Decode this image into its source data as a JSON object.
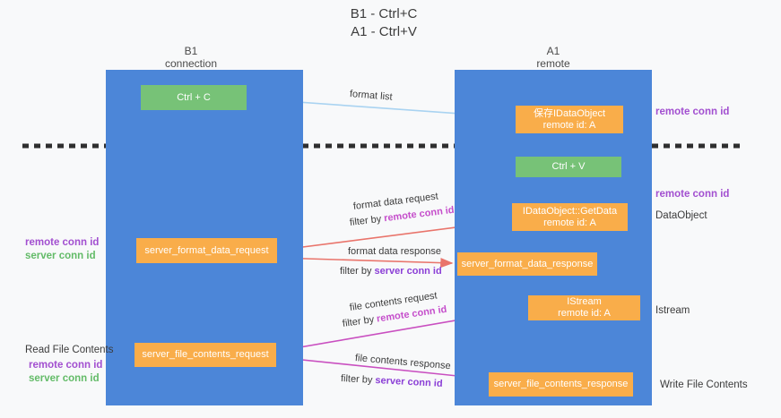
{
  "title": {
    "line1": "B1 - Ctrl+C",
    "line2": "A1 - Ctrl+V"
  },
  "lanes": {
    "left": {
      "name": "B1",
      "role": "connection"
    },
    "right": {
      "name": "A1",
      "role": "remote"
    }
  },
  "boxes": {
    "ctrl_c": "Ctrl + C",
    "ctrl_v": "Ctrl + V",
    "save_idataobject": {
      "line1": "保存IDataObject",
      "line2": "remote id: A"
    },
    "idataobject_getdata": {
      "line1": "IDataObject::GetData",
      "line2": "remote id: A"
    },
    "istream": {
      "line1": "IStream",
      "line2": "remote id: A"
    },
    "server_format_data_request": "server_format_data_request",
    "server_format_data_response": "server_format_data_response",
    "server_file_contents_request": "server_file_contents_request",
    "server_file_contents_response": "server_file_contents_response"
  },
  "arrow_labels": {
    "format_list": "format list",
    "format_data_request": "format data request",
    "format_data_response": "format data response",
    "file_contents_request": "file contents request",
    "file_contents_response": "file contents response",
    "filter_by": "filter by ",
    "remote_conn_id": "remote conn id",
    "server_conn_id": "server conn id"
  },
  "side_labels": {
    "right_remote_conn_id_1": "remote conn id",
    "right_remote_conn_id_2": "remote conn id",
    "dataobject": "DataObject",
    "istream": "Istream",
    "write_file_contents": "Write File Contents",
    "left_remote_conn_id_1": "remote conn id",
    "left_server_conn_id_1": "server conn id",
    "read_file_contents": "Read File Contents",
    "left_remote_conn_id_2": "remote conn id",
    "left_server_conn_id_2": "server conn id"
  },
  "colors": {
    "lane_blue": "#4c86d8",
    "box_green": "#77c277",
    "box_orange": "#f9ad4a",
    "arrow_light_blue": "#a9d3f1",
    "arrow_black": "#333333",
    "arrow_salmon": "#e9746b",
    "arrow_magenta": "#c94fc0",
    "text_remote_conn_id": "#c54ecb",
    "text_server_conn_id_filter": "#8b3fd6",
    "text_side_remote": "#a24fd0",
    "text_side_server": "#63bb68",
    "dashed_separator": "#2f2f2f"
  }
}
